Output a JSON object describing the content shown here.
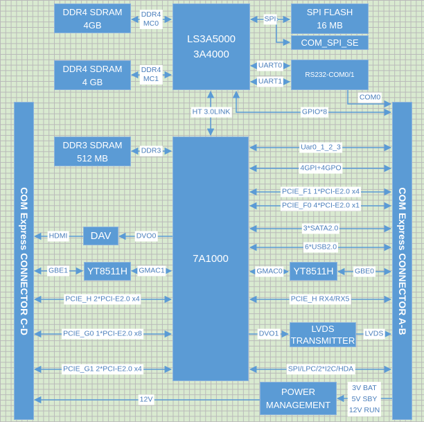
{
  "blocks": {
    "ddr4_a": [
      "DDR4 SDRAM",
      "4GB"
    ],
    "ddr4_b": [
      "DDR4 SDRAM",
      "4 GB"
    ],
    "cpu": [
      "LS3A5000",
      "3A4000"
    ],
    "spi_flash": [
      "SPI FLASH",
      "16 MB"
    ],
    "com_spi": "COM_SPI_SE",
    "rs232": "RS232-COM0/1",
    "ddr3": [
      "DDR3 SDRAM",
      "512 MB"
    ],
    "bridge": "7A1000",
    "dav": "DAV",
    "phy_left": "YT8511H",
    "phy_right": "YT8511H",
    "lvds": [
      "LVDS",
      "TRANSMITTER"
    ],
    "power": [
      "POWER",
      "MANAGEMENT"
    ],
    "conn_cd": "COM Express CONNECTOR C-D",
    "conn_ab": "COM Express CONNECTOR A-B"
  },
  "signals": {
    "mc0": [
      "DDR4",
      "MC0"
    ],
    "mc1": [
      "DDR4",
      "MC1"
    ],
    "spi": "SPI",
    "uart0": "UART0",
    "uart1": "UART1",
    "com0": "COM0",
    "ht": "HT 3.0LINK",
    "gpio": "GPIO*8",
    "ddr3": "DDR3",
    "uart0123": "Uar0_1_2_3",
    "gpi": "4GPI+4GPO",
    "pcie_f1": "PCIE_F1  1*PCI-E2.0 x4",
    "pcie_f0": "PCIE_F0  4*PCI-E2.0 x1",
    "sata": "3*SATA2.0",
    "usb": "6*USB2.0",
    "gmac0": "GMAC0",
    "gbe0": "GBE0",
    "pcie_h_rx": "PCIE_H  RX4/RX5",
    "dvo1": "DVO1",
    "lvds": "LVDS",
    "spi_lpc": "SPI/LPC/2*I2C/HDA",
    "power_in": [
      "3V BAT",
      "5V SBY",
      "12V RUN"
    ],
    "hdmi": "HDMI",
    "dvo0": "DVO0",
    "gbe1": "GBE1",
    "gmac1": "GMAC1",
    "pcie_h": "PCIE_H  2*PCI-E2.0 x4",
    "pcie_g0": "PCIE_G0  1*PCI-E2.0 x8",
    "pcie_g1": "PCIE_G1  2*PCI-E2.0 x4",
    "v12": "12V"
  },
  "colors": {
    "block": "#5b9bd5",
    "line": "#5b9bd5",
    "label_text": "#4a7ebb"
  }
}
